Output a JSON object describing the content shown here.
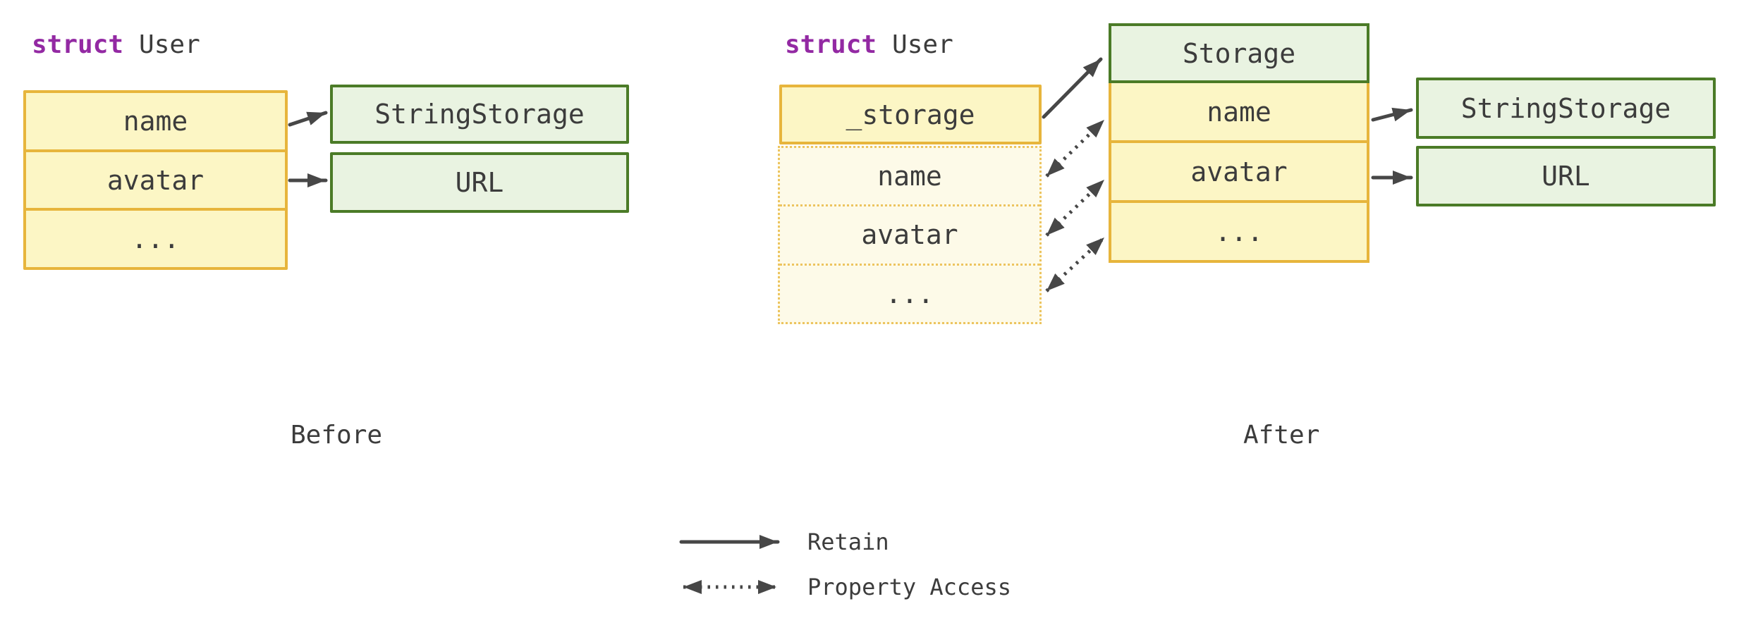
{
  "colors": {
    "background": "#ffffff",
    "text": "#3c3c3c",
    "keyword": "#9329a3",
    "yellow_fill": "#fcf6c5",
    "gold_border": "#e7b53c",
    "ghost_fill": "#fdfae8",
    "ghost_border": "#edc45f",
    "green_fill": "#e9f3e1",
    "green_border": "#4b7b27",
    "arrow_color": "#474747"
  },
  "before": {
    "title": {
      "keyword": "struct",
      "type_name": "User"
    },
    "struct_box": {
      "rows": [
        "name",
        "avatar",
        "..."
      ]
    },
    "heap": {
      "string_storage": "StringStorage",
      "url": "URL"
    },
    "label": "Before"
  },
  "after": {
    "title": {
      "keyword": "struct",
      "type_name": "User"
    },
    "struct_box": {
      "stored_property": "_storage",
      "ghost_rows": [
        "name",
        "avatar",
        "..."
      ]
    },
    "storage_stack": {
      "header": "Storage",
      "rows": [
        "name",
        "avatar",
        "..."
      ]
    },
    "heap": {
      "string_storage": "StringStorage",
      "url": "URL"
    },
    "label": "After"
  },
  "legend": {
    "items": [
      {
        "type": "retain",
        "label": "Retain"
      },
      {
        "type": "property-access",
        "label": "Property Access"
      }
    ]
  }
}
